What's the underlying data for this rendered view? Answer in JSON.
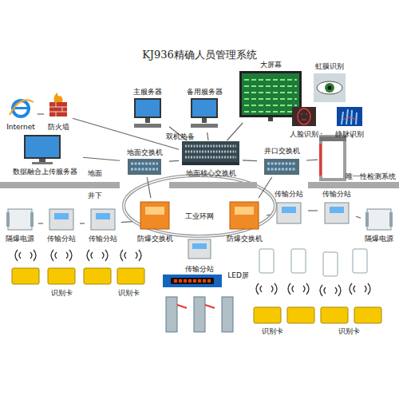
{
  "diagram": {
    "title": "KJ936精确人员管理系统",
    "nodes": [
      {
        "text": [
          "Internet"
        ]
      },
      {
        "text": [
          "防火墙"
        ]
      },
      {
        "text": [
          "主服务器"
        ]
      },
      {
        "text": [
          "备用服务器"
        ]
      },
      {
        "text": [
          "大屏幕"
        ]
      },
      {
        "text": [
          "虹膜识别"
        ]
      },
      {
        "text": [
          "人脸识别"
        ]
      },
      {
        "text": [
          "静脉识别"
        ]
      },
      {
        "text": [
          "数据融合上传服务器"
        ]
      },
      {
        "text": [
          "地面交换机"
        ]
      },
      {
        "text": [
          "地面核心交换机"
        ]
      },
      {
        "text": [
          "井口交换机"
        ]
      },
      {
        "text": [
          "唯一性检测系统"
        ]
      },
      {
        "text": [
          "隔爆电源"
        ]
      },
      {
        "text": [
          "传输分站"
        ]
      },
      {
        "text": [
          "传输分站"
        ]
      },
      {
        "text": [
          "防爆交换机"
        ]
      },
      {
        "text": [
          "防爆交换机"
        ]
      },
      {
        "text": [
          "传输分站"
        ]
      },
      {
        "text": [
          "传输分站"
        ]
      },
      {
        "text": [
          "隔爆电源"
        ]
      },
      {
        "text": [
          "传输分站"
        ]
      },
      {
        "text": [
          "LED屏"
        ]
      }
    ],
    "edges": [
      {
        "from": 0,
        "to": 1,
        "arrow": "none"
      },
      {
        "from": 1,
        "to": 10,
        "arrow": "none"
      },
      {
        "from": 8,
        "to": 9,
        "arrow": "none"
      },
      {
        "from": 2,
        "to": 10,
        "arrow": "none"
      },
      {
        "from": 3,
        "to": 10,
        "arrow": "none"
      },
      {
        "from": 4,
        "to": 10,
        "arrow": "none"
      },
      {
        "from": 9,
        "to": 10,
        "arrow": "none"
      },
      {
        "from": 10,
        "to": 11,
        "arrow": "none"
      },
      {
        "from": 11,
        "to": 12,
        "arrow": "none"
      },
      {
        "from": 6,
        "to": 12,
        "arrow": "none"
      },
      {
        "from": 7,
        "to": 12,
        "arrow": "none"
      },
      {
        "from": 9,
        "to": 16,
        "arrow": "none"
      },
      {
        "from": 11,
        "to": 17,
        "arrow": "none"
      },
      {
        "from": 13,
        "to": 14,
        "arrow": "none"
      },
      {
        "from": 14,
        "to": 15,
        "arrow": "none"
      },
      {
        "from": 15,
        "to": 16,
        "arrow": "none"
      },
      {
        "from": 17,
        "to": 18,
        "arrow": "none"
      },
      {
        "from": 18,
        "to": 19,
        "arrow": "none"
      },
      {
        "from": 19,
        "to": 20,
        "arrow": "none"
      },
      {
        "from": 21,
        "to": 22,
        "arrow": "none"
      }
    ],
    "labels": [
      "双机热备",
      "地面",
      "井下",
      "工业环网",
      "识别卡",
      "识别卡",
      "识别卡",
      "识别卡"
    ]
  }
}
